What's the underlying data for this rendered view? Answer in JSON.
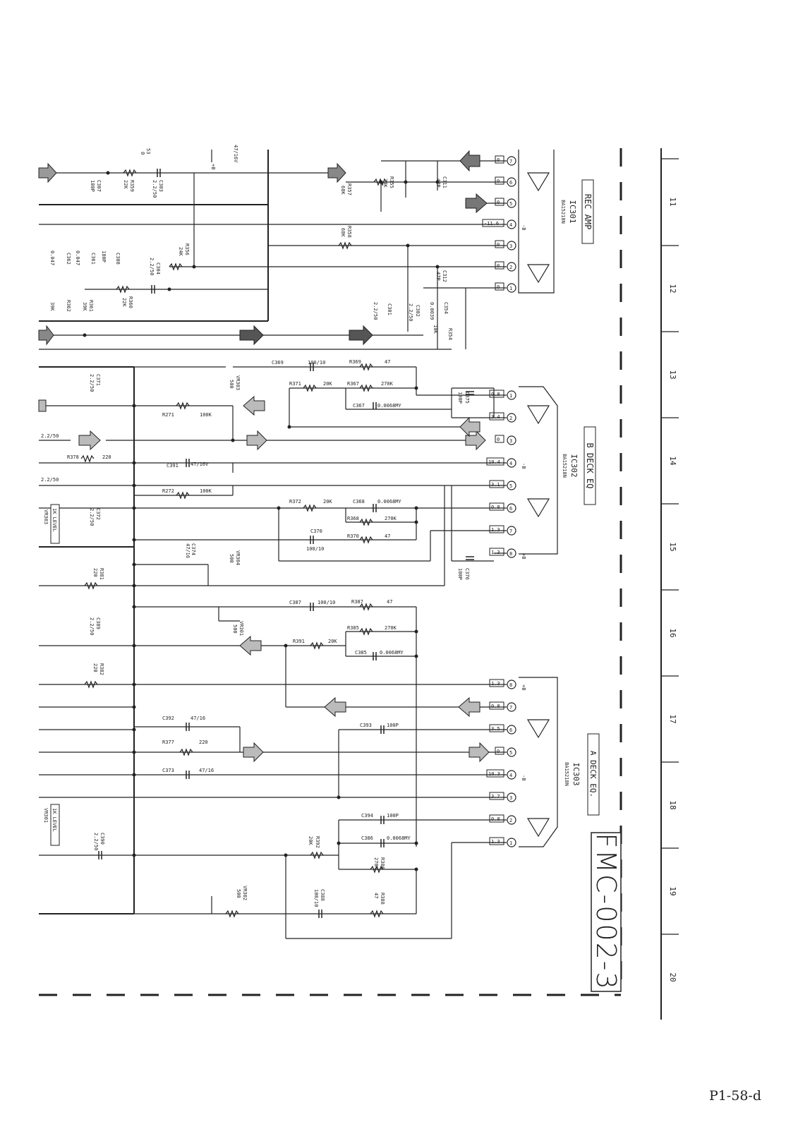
{
  "sheet": {
    "page_number": "P1-58-d",
    "drawing_id": "FMC-002-3",
    "grid_numbers": [
      "11",
      "12",
      "13",
      "14",
      "15",
      "16",
      "17",
      "18",
      "19",
      "20"
    ]
  },
  "blocks": {
    "rec_amp": {
      "title": "REC AMP",
      "ref": "IC301",
      "part": "BA15218N",
      "pin_voltages": [
        "0",
        "0",
        "0",
        "-11.6",
        "0",
        "0",
        "0"
      ]
    },
    "b_deck_eq": {
      "title": "B DECK EQ",
      "ref": "IC302",
      "part": "BA15218N",
      "pin_voltages": [
        "0.8",
        "3.4",
        "0",
        "10.4",
        "3.1",
        "0.8",
        "1.3",
        "1.3"
      ]
    },
    "a_deck_eq": {
      "title": "A DECK EQ.",
      "ref": "IC303",
      "part": "BA15218N",
      "pin_voltages": [
        "1.3",
        "0.8",
        "3.5",
        "0",
        "10.3",
        "3.7",
        "0.8",
        "1.3"
      ]
    }
  },
  "level_tags": [
    "1K LEVEL",
    "VR303",
    "1K LEVEL",
    "VR301"
  ],
  "components": {
    "rec": [
      {
        "ref": "C303",
        "val": "2.2/50"
      },
      {
        "ref": "R359",
        "val": "22K"
      },
      {
        "ref": "C307",
        "val": "180P"
      },
      {
        "ref": "C362",
        "val": "0.047"
      },
      {
        "ref": "C361",
        "val": "0.047"
      },
      {
        "ref": "C308",
        "val": "180P"
      },
      {
        "ref": "R356",
        "val": "24K"
      },
      {
        "ref": "C304",
        "val": "2.2/50"
      },
      {
        "ref": "R360",
        "val": "22K"
      },
      {
        "ref": "R361",
        "val": "39K"
      },
      {
        "ref": "R362",
        "val": "39K"
      },
      {
        "ref": "R357",
        "val": "68K"
      },
      {
        "ref": "R355",
        "val": "24K"
      },
      {
        "ref": "C311",
        "val": "47P"
      },
      {
        "ref": "R358",
        "val": "68K"
      },
      {
        "ref": "C312",
        "val": "47P"
      },
      {
        "ref": "C301",
        "val": "2.2/50"
      },
      {
        "ref": "C302",
        "val": "2.2/50"
      },
      {
        "ref": "C354",
        "val": "0.0039"
      },
      {
        "ref": "R354",
        "val": "10K"
      }
    ],
    "b_deck": [
      {
        "ref": "C369",
        "val": "100/10"
      },
      {
        "ref": "R369",
        "val": "47"
      },
      {
        "ref": "R371",
        "val": "20K"
      },
      {
        "ref": "R367",
        "val": "270K"
      },
      {
        "ref": "C367",
        "val": "0.0068MY"
      },
      {
        "ref": "C375",
        "val": "100P"
      },
      {
        "ref": "VR303",
        "val": "500"
      },
      {
        "ref": "C371",
        "val": "2.2/50"
      },
      {
        "ref": "R271",
        "val": "100K"
      },
      {
        "ref": "C391",
        "val": "47/16V"
      },
      {
        "ref": "R378",
        "val": "220"
      },
      {
        "ref": "R272",
        "val": "100K"
      },
      {
        "ref": "R372",
        "val": "20K"
      },
      {
        "ref": "C368",
        "val": "0.0068MY"
      },
      {
        "ref": "R368",
        "val": "270K"
      },
      {
        "ref": "C370",
        "val": "100/10"
      },
      {
        "ref": "R370",
        "val": "47"
      },
      {
        "ref": "C372",
        "val": "2.2/50"
      },
      {
        "ref": "C374",
        "val": "47/16"
      },
      {
        "ref": "VR304",
        "val": "500"
      },
      {
        "ref": "C376",
        "val": "100P"
      },
      {
        "ref": "R381",
        "val": "220"
      }
    ],
    "a_deck": [
      {
        "ref": "C387",
        "val": "100/10"
      },
      {
        "ref": "R387",
        "val": "47"
      },
      {
        "ref": "VR301",
        "val": "500"
      },
      {
        "ref": "R385",
        "val": "270K"
      },
      {
        "ref": "R391",
        "val": "20K"
      },
      {
        "ref": "C385",
        "val": "0.0068MY"
      },
      {
        "ref": "C389",
        "val": "2.2/50"
      },
      {
        "ref": "R382",
        "val": "220"
      },
      {
        "ref": "C392",
        "val": "47/16"
      },
      {
        "ref": "R377",
        "val": "220"
      },
      {
        "ref": "C393",
        "val": "100P"
      },
      {
        "ref": "C373",
        "val": "47/16"
      },
      {
        "ref": "C394",
        "val": "100P"
      },
      {
        "ref": "C386",
        "val": "0.0068MY"
      },
      {
        "ref": "R392",
        "val": "20K"
      },
      {
        "ref": "R386",
        "val": "270K"
      },
      {
        "ref": "C390",
        "val": "2.2/50"
      },
      {
        "ref": "VR302",
        "val": "500"
      },
      {
        "ref": "C388",
        "val": "100/10"
      },
      {
        "ref": "R388",
        "val": "47"
      }
    ]
  },
  "misc_text": {
    "fragment_top_a": "53",
    "fragment_top_b": "0",
    "fragment_top_c": "47/16V",
    "plus_b": "+B",
    "minus_b": "-B",
    "cap_2250a": "2.2/50",
    "cap_2250b": "2.2/50"
  }
}
